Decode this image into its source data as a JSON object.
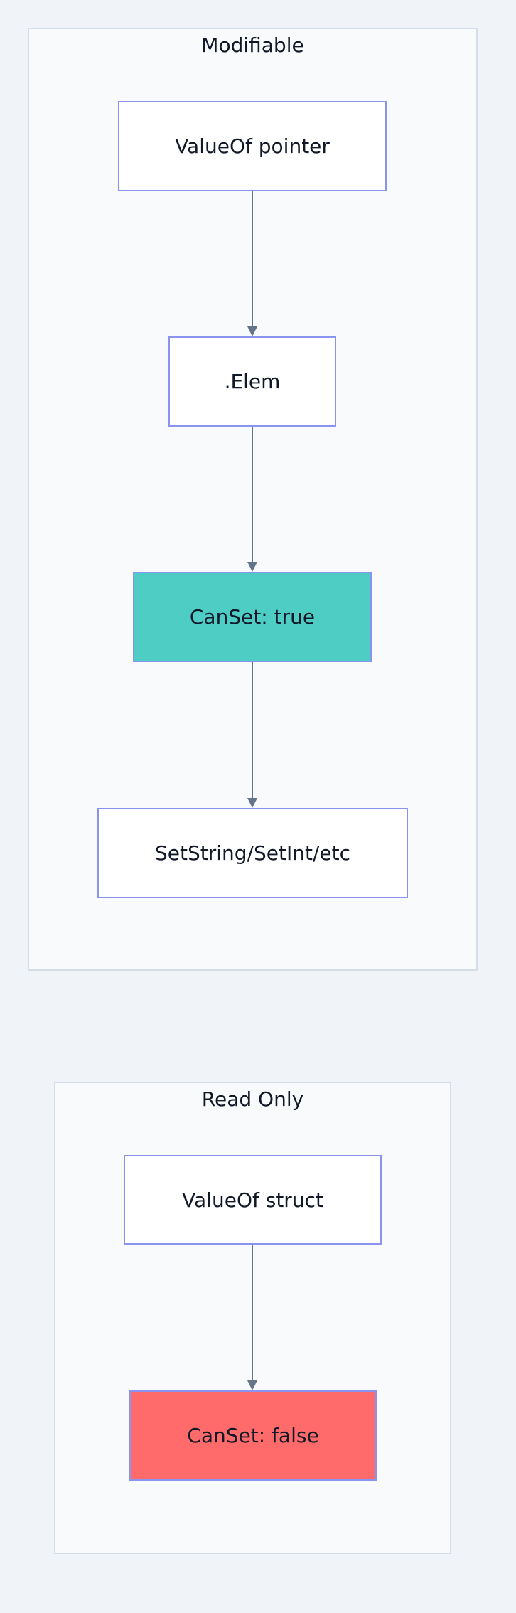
{
  "clusters": [
    {
      "title": "Modifiable",
      "nodes": [
        {
          "label": "ValueOf pointer"
        },
        {
          "label": ".Elem"
        },
        {
          "label": "CanSet: true",
          "fill": "#4ecdc4"
        },
        {
          "label": "SetString/SetInt/etc"
        }
      ]
    },
    {
      "title": "Read Only",
      "nodes": [
        {
          "label": "ValueOf struct"
        },
        {
          "label": "CanSet: false",
          "fill": "#ff6b6b"
        }
      ]
    }
  ],
  "edges": [
    {
      "from": "ValueOf pointer",
      "to": ".Elem"
    },
    {
      "from": ".Elem",
      "to": "CanSet: true"
    },
    {
      "from": "CanSet: true",
      "to": "SetString/SetInt/etc"
    },
    {
      "from": "ValueOf struct",
      "to": "CanSet: false"
    }
  ],
  "colors": {
    "background": "#f0f4f8",
    "cluster_fill": "#f8fafc",
    "cluster_border": "#d5dde8",
    "node_border": "#8b93f0",
    "edge": "#64748b",
    "true_fill": "#4ecdc4",
    "false_fill": "#ff6b6b"
  }
}
